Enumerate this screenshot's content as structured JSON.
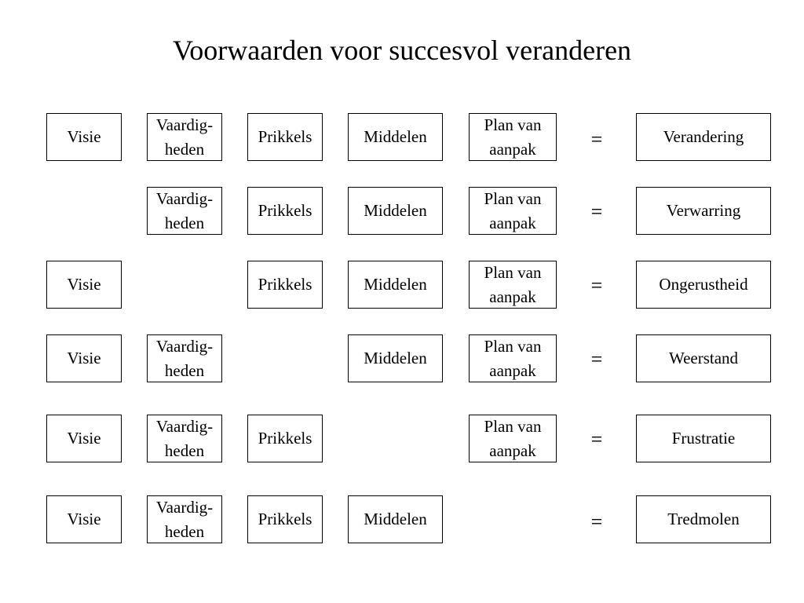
{
  "title": "Voorwaarden voor succesvol veranderen",
  "labels": {
    "visie": "Visie",
    "vaardigheden": "Vaardig-\nheden",
    "prikkels": "Prikkels",
    "middelen": "Middelen",
    "plan": "Plan van\naanpak"
  },
  "equals": "=",
  "rows": [
    {
      "outcome": "Verandering"
    },
    {
      "outcome": "Verwarring"
    },
    {
      "outcome": "Ongerustheid"
    },
    {
      "outcome": "Weerstand"
    },
    {
      "outcome": "Frustratie"
    },
    {
      "outcome": "Tredmolen"
    }
  ]
}
